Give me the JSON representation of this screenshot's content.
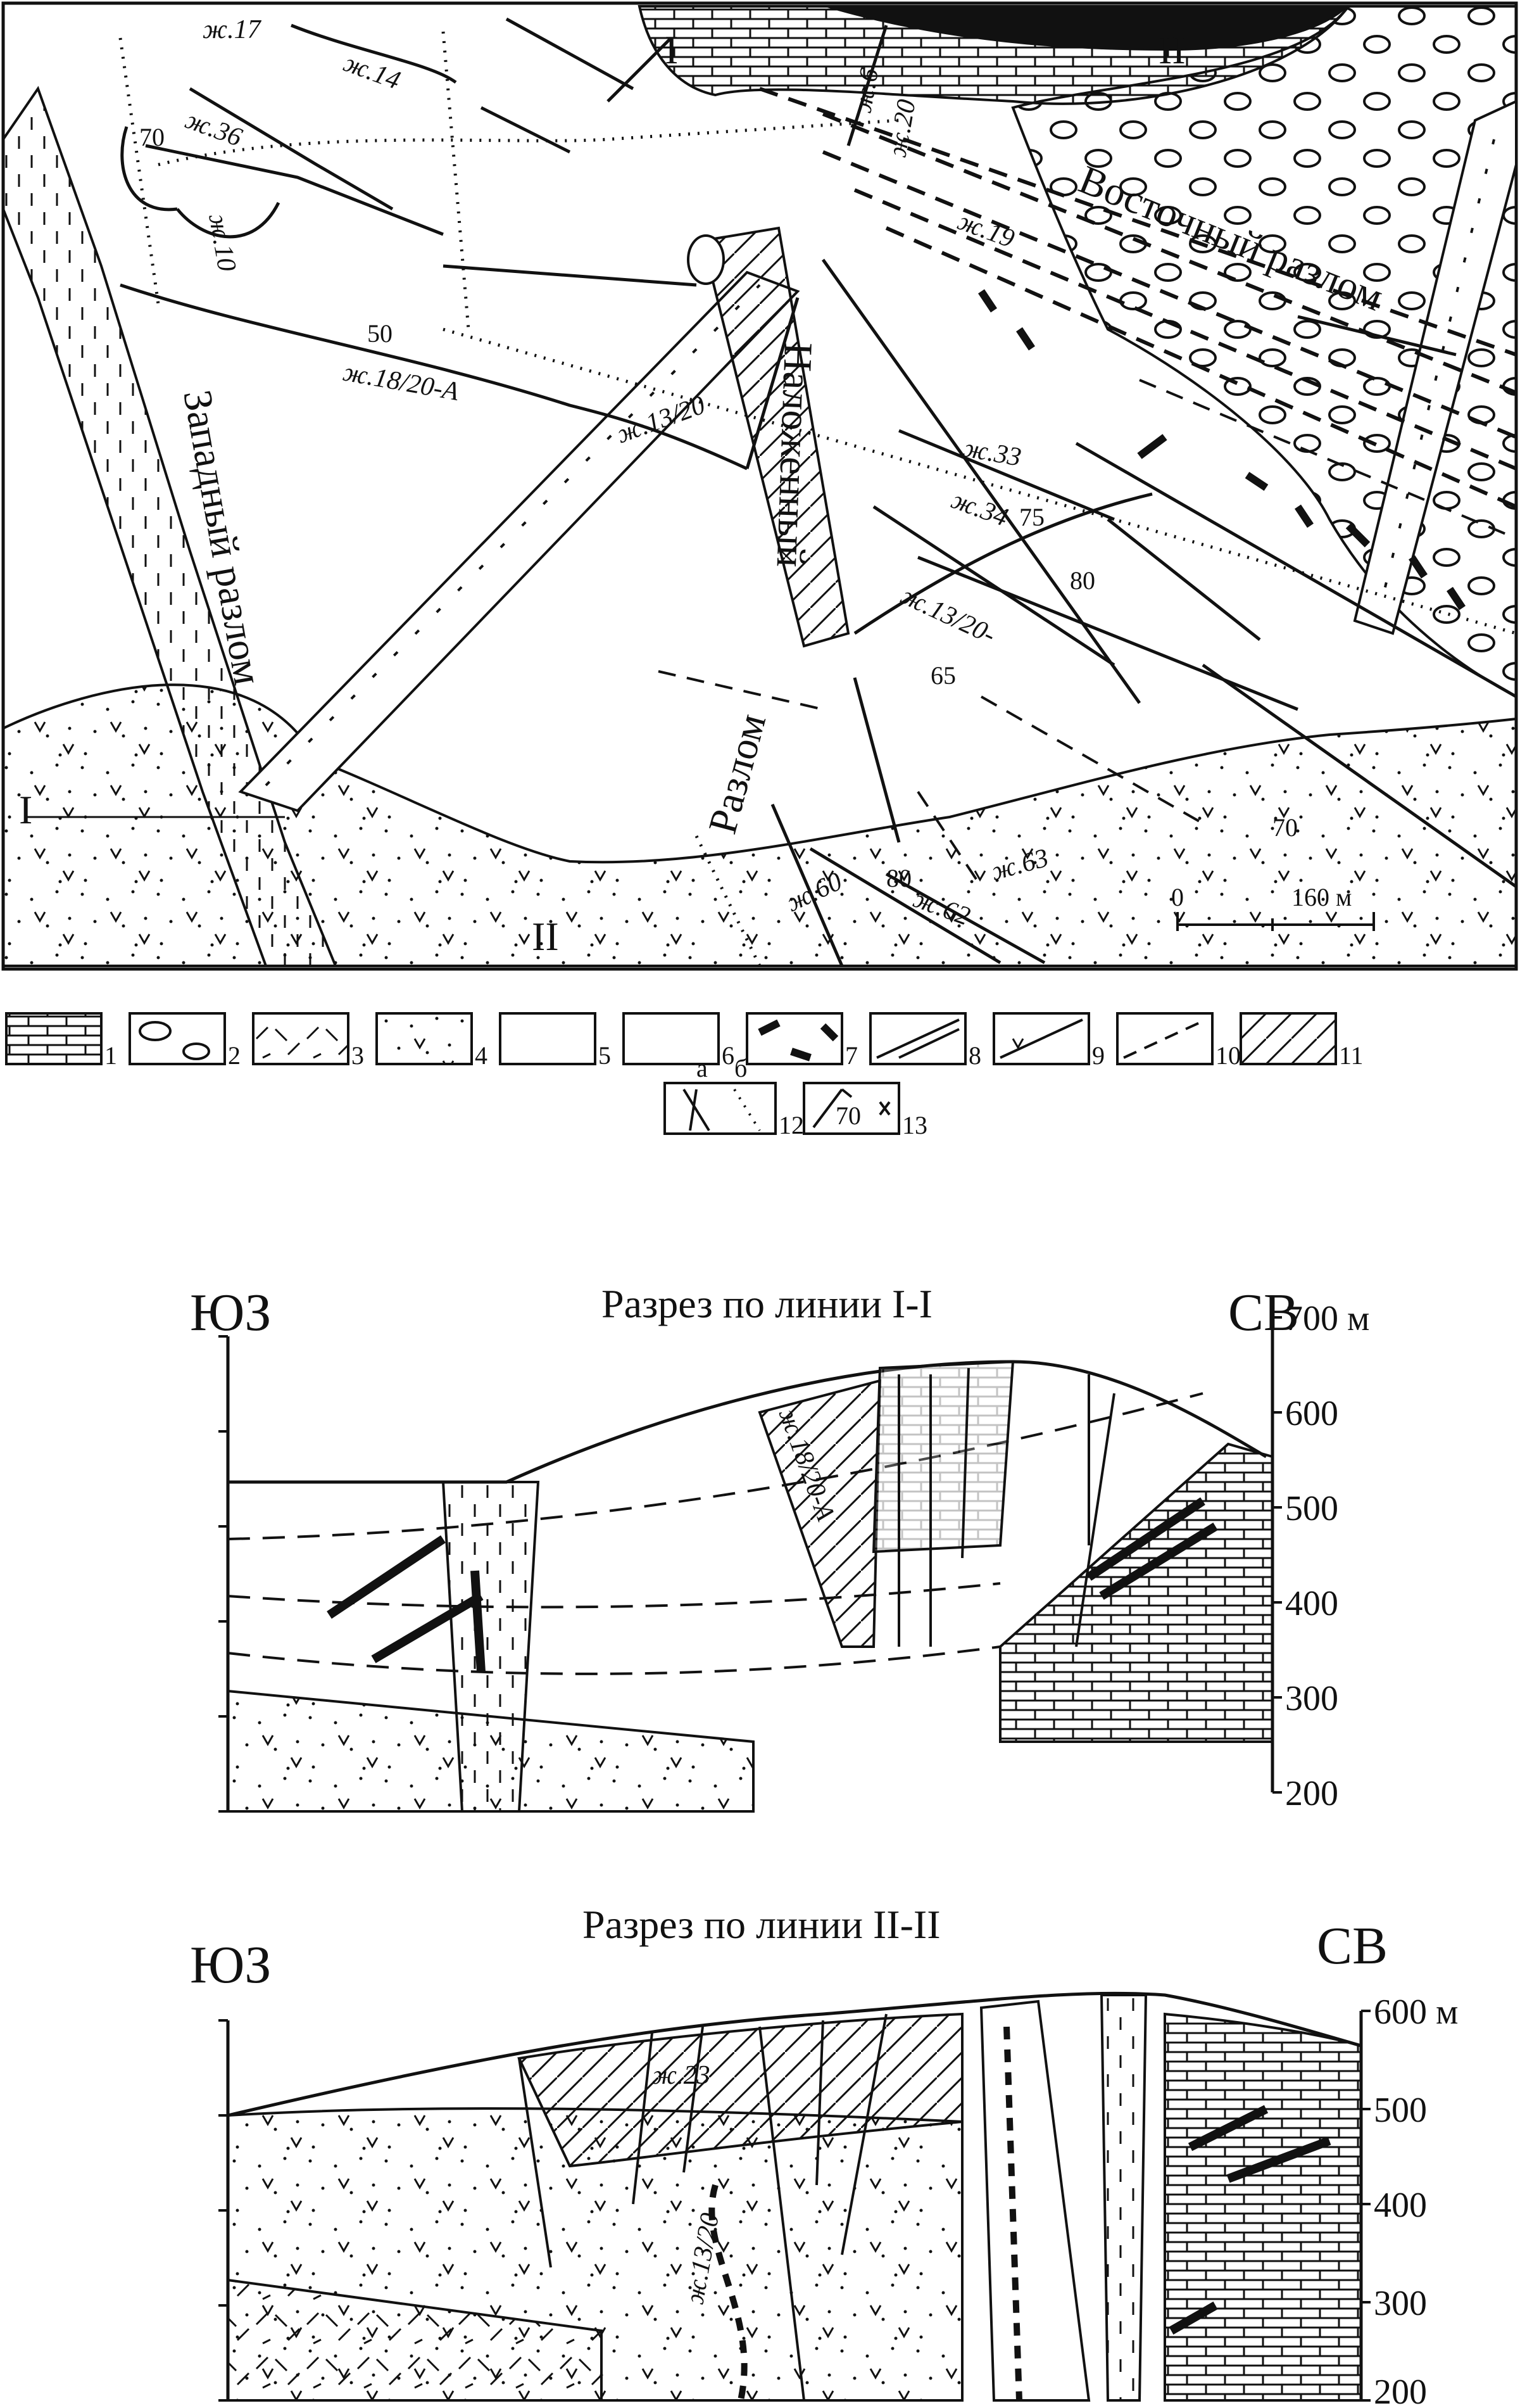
{
  "map": {
    "faults": {
      "east": "Восточный разлом",
      "west": "Западный разлом",
      "superimposed": "Наложенный",
      "fault": "Разлом"
    },
    "veins": [
      "ж.17",
      "ж.14",
      "ж.36",
      "ж.10",
      "ж.18/20-А",
      "ж.13/20",
      "ж.6",
      "ж.20",
      "ж.19",
      "ж.33",
      "ж.34",
      "ж.13/20-",
      "ж.60",
      "ж.62",
      "ж.63"
    ],
    "dips": [
      "70",
      "50",
      "75",
      "80",
      "65",
      "80",
      "70"
    ],
    "section_marks": {
      "i": "I",
      "ii": "II"
    },
    "scale": {
      "start": "0",
      "end": "160 м"
    }
  },
  "legend": {
    "items": [
      "1",
      "2",
      "3",
      "4",
      "5",
      "6",
      "7",
      "8",
      "9",
      "10",
      "11",
      "12",
      "13"
    ],
    "sub_a": "а",
    "sub_b": "б",
    "dip_sample": "70"
  },
  "section1": {
    "title": "Разрез по линии I-I",
    "left_dir": "ЮЗ",
    "right_dir": "СВ",
    "vein": "ж.18/20-А",
    "axis": [
      "700 м",
      "600",
      "500",
      "400",
      "300",
      "200"
    ]
  },
  "section2": {
    "title": "Разрез по линии II-II",
    "left_dir": "ЮЗ",
    "right_dir": "СВ",
    "veins": [
      "ж.23",
      "ж.13/20"
    ],
    "axis": [
      "600 м",
      "500",
      "400",
      "300",
      "200"
    ]
  }
}
